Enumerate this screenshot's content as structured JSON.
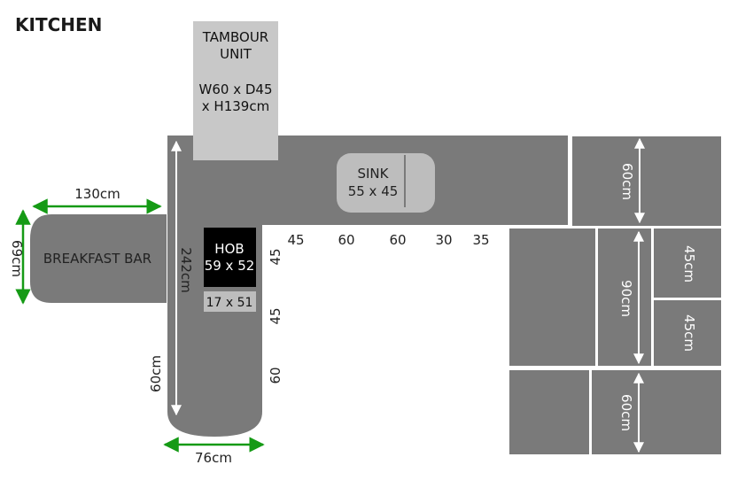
{
  "title": "KITCHEN",
  "tambour": {
    "line1": "TAMBOUR",
    "line2": "UNIT",
    "line3": "W60 x D45",
    "line4": "x H139cm"
  },
  "sink": {
    "line1": "SINK",
    "line2": "55 x 45"
  },
  "hob": {
    "line1": "HOB",
    "line2": "59 x 52"
  },
  "small_unit": "17 x 51",
  "breakfast_bar": "BREAKFAST BAR",
  "dims": {
    "bar_width": "130cm",
    "bar_depth": "69cm",
    "peninsula_length": "242cm",
    "peninsula_side": "60cm",
    "peninsula_width": "76cm",
    "back_run": [
      "45",
      "60",
      "60",
      "30",
      "35"
    ],
    "side_run": [
      "45",
      "45",
      "60"
    ],
    "unit_top": "60cm",
    "unit_mid": "90cm",
    "unit_mid_a": "45cm",
    "unit_mid_b": "45cm",
    "unit_bottom": "60cm"
  },
  "colors": {
    "counter": "#7a7a7a",
    "tambour": "#c8c8c8",
    "sink": "#bdbdbd",
    "hob": "#000000",
    "arrow_green": "#159a15",
    "arrow_white": "#ffffff"
  }
}
